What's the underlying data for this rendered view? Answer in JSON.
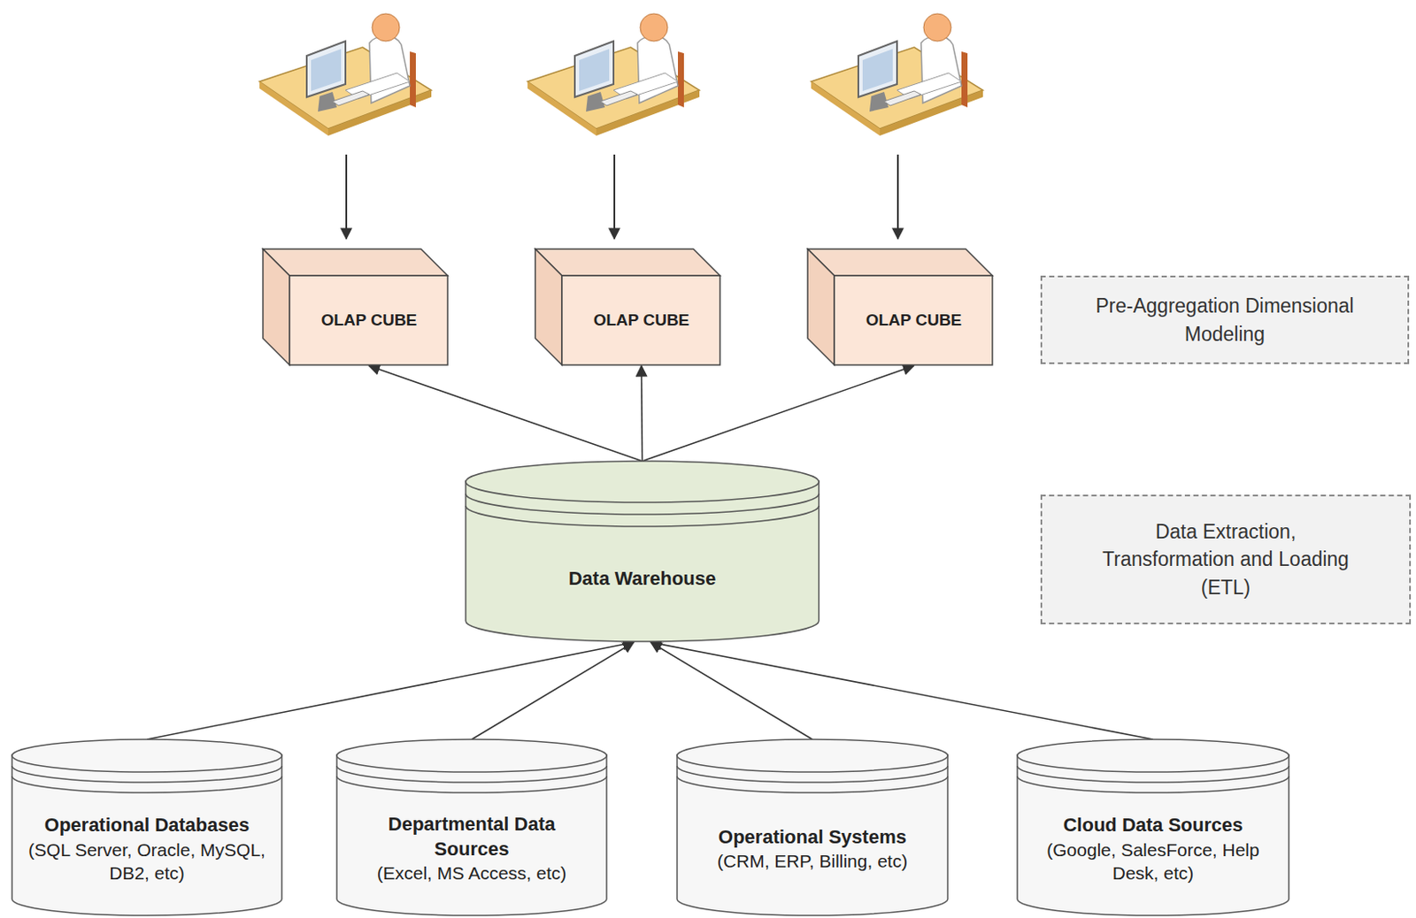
{
  "diagram": {
    "nodes": [
      {
        "text": [
          "OLAP CUBE"
        ]
      },
      {
        "text": [
          "OLAP CUBE"
        ]
      },
      {
        "text": [
          "OLAP CUBE"
        ]
      },
      {
        "text": [
          "Pre-Aggregation Dimensional Modeling"
        ]
      },
      {
        "text": [
          "Data Warehouse"
        ]
      },
      {
        "text": [
          "Data Extraction, Transformation and Loading (ETL)"
        ]
      },
      {
        "text": [
          "Operational Databases",
          "(SQL Server, Oracle, MySQL, DB2, etc)"
        ]
      },
      {
        "text": [
          "Departmental Data Sources",
          "(Excel, MS Access, etc)"
        ]
      },
      {
        "text": [
          "Operational Systems",
          "(CRM, ERP, Billing, etc)"
        ]
      },
      {
        "text": [
          "Cloud Data Sources",
          "(Google, SalesForce, Help Desk, etc)"
        ]
      }
    ],
    "edges": [
      {
        "from": 4,
        "to": 0,
        "arrow": "to"
      },
      {
        "from": 4,
        "to": 1,
        "arrow": "to"
      },
      {
        "from": 4,
        "to": 2,
        "arrow": "to"
      },
      {
        "from": 6,
        "to": 4,
        "arrow": "to"
      },
      {
        "from": 7,
        "to": 4,
        "arrow": "to"
      },
      {
        "from": 8,
        "to": 4,
        "arrow": "to"
      },
      {
        "from": 9,
        "to": 4,
        "arrow": "to"
      }
    ]
  }
}
